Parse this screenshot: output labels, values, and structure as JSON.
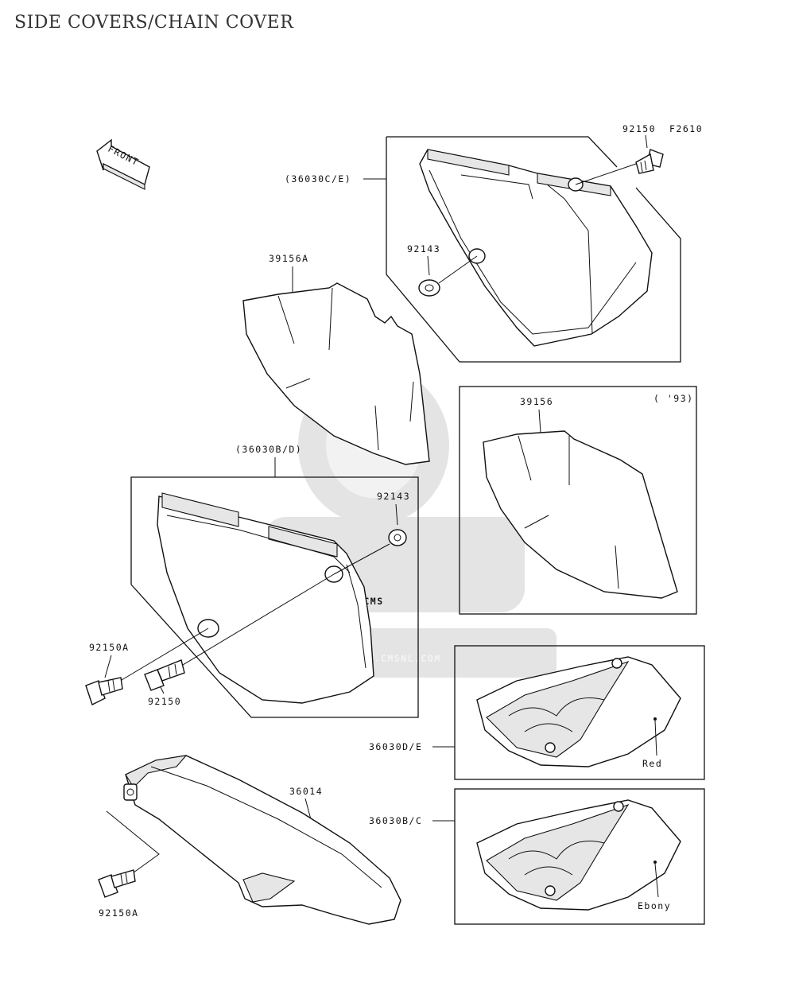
{
  "title": "SIDE COVERS/CHAIN COVER",
  "watermark": {
    "brand": "CMS",
    "url": "WWW.CMSNL.COM"
  },
  "front_indicator": "FRONT",
  "figure_code": "F2610",
  "variant_note": "( '93)",
  "callouts": {
    "c_36030CE": "(36030C/E)",
    "c_92150_top": "92150",
    "c_92143_top": "92143",
    "c_39156A": "39156A",
    "c_39156": "39156",
    "c_36030BD": "(36030B/D)",
    "c_92143_mid": "92143",
    "c_92150A_left": "92150A",
    "c_92150_mid": "92150",
    "c_36030DE": "36030D/E",
    "c_red": "Red",
    "c_36014": "36014",
    "c_36030BC": "36030B/C",
    "c_ebony": "Ebony",
    "c_92150A_bottom": "92150A"
  }
}
